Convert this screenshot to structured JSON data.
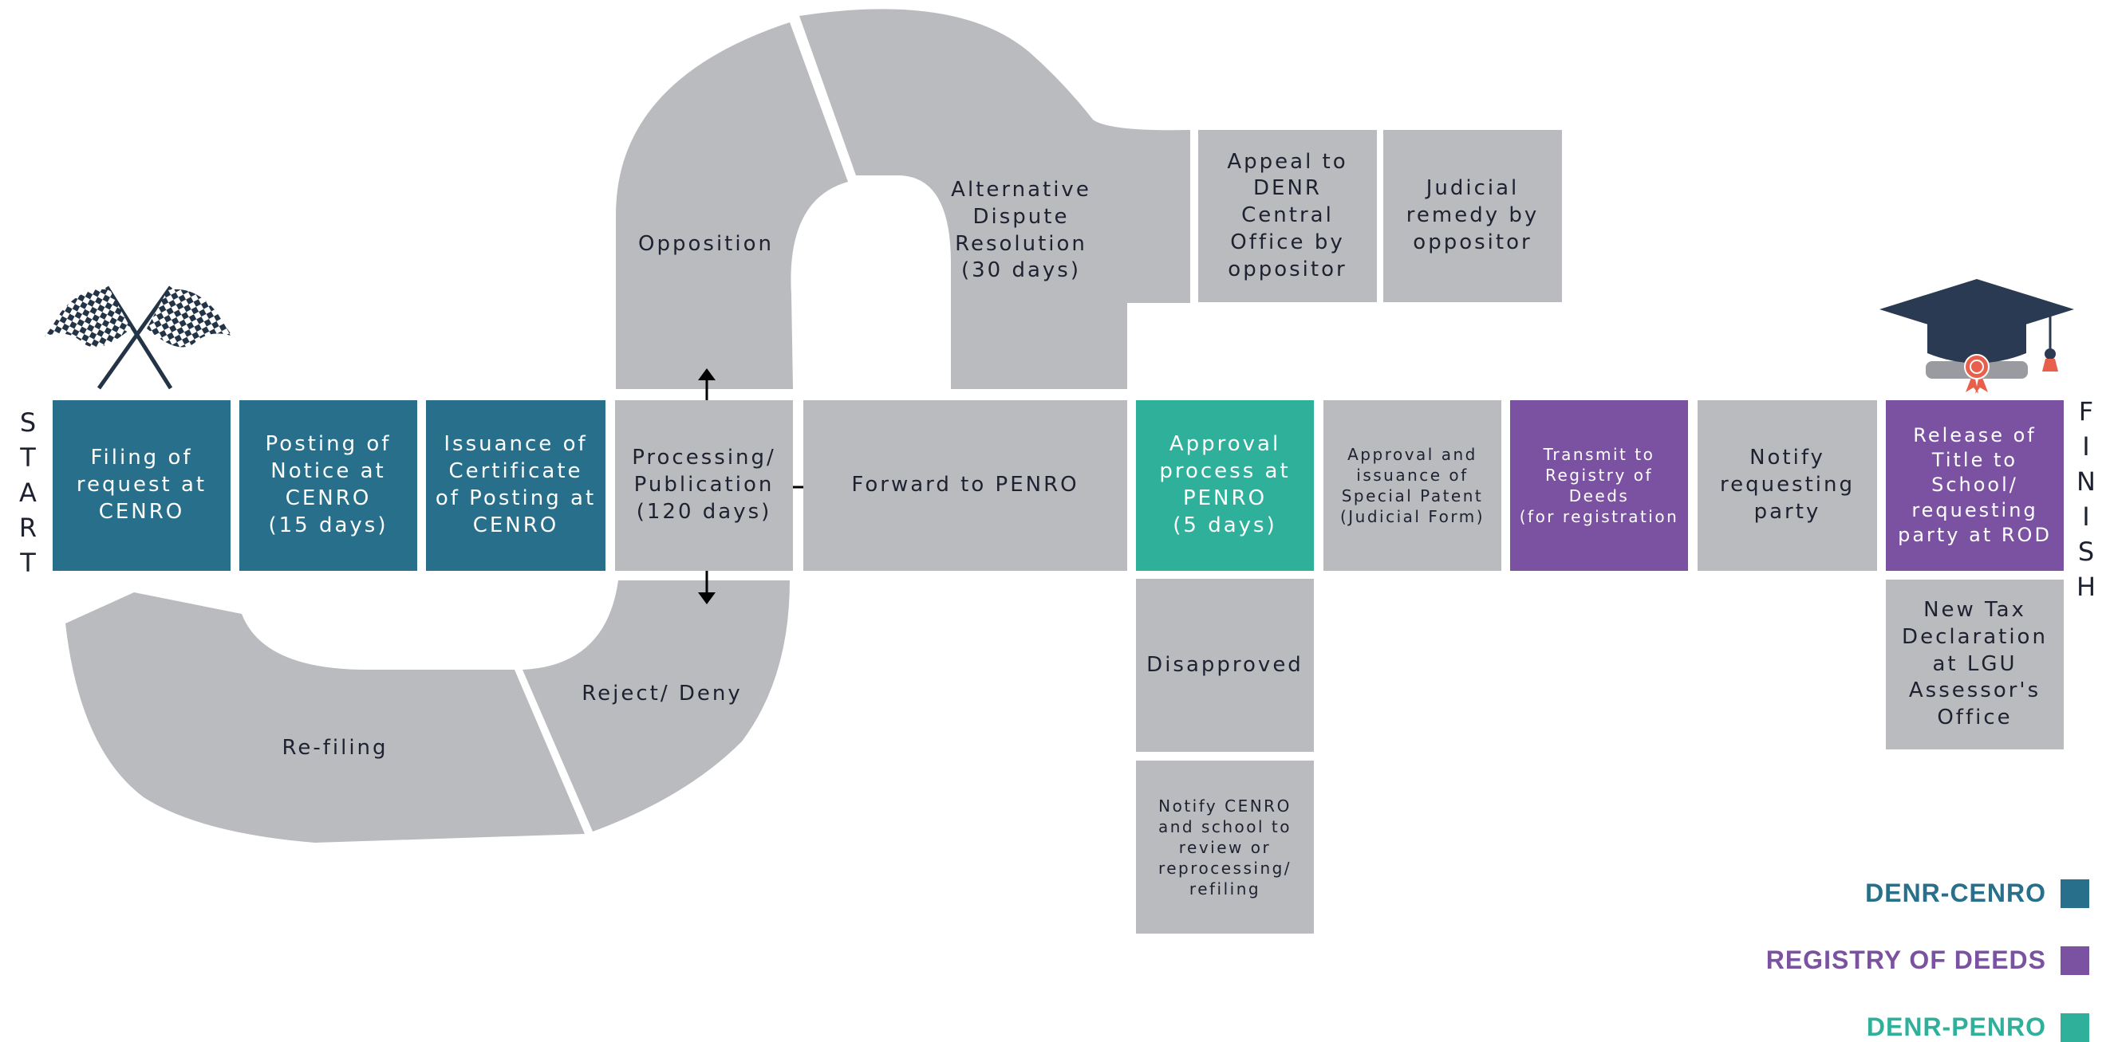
{
  "labels": {
    "start": [
      "S",
      "T",
      "A",
      "R",
      "T"
    ],
    "finish": [
      "F",
      "I",
      "N",
      "I",
      "S",
      "H"
    ]
  },
  "steps": {
    "filing": "Filing of\nrequest at\nCENRO",
    "posting": "Posting of\nNotice at\nCENRO\n(15 days)",
    "issuance": "Issuance of\nCertificate\nof Posting at\nCENRO",
    "processing": "Processing/\nPublication\n(120 days)",
    "forward": "Forward to PENRO",
    "approval_penro": "Approval\nprocess at\nPENRO\n(5 days)",
    "approval_issuance": "Approval and\nissuance of\nSpecial Patent\n(Judicial Form)",
    "transmit": "Transmit to\nRegistry of Deeds\n(for registration",
    "notify_party": "Notify\nrequesting\nparty",
    "release": "Release of\nTitle to\nSchool/\nrequesting\nparty at ROD"
  },
  "branches": {
    "opposition": "Opposition",
    "adr": "Alternative\nDispute\nResolution\n(30 days)",
    "appeal": "Appeal to\nDENR Central\nOffice by\noppositor",
    "judicial": "Judicial\nremedy by\noppositor",
    "reject": "Reject/ Deny",
    "refiling": "Re-filing",
    "disapproved": "Disapproved",
    "notify_cenro": "Notify CENRO\nand school to\nreview or\nreprocessing/\nrefiling",
    "tax": "New Tax\nDeclaration\nat LGU\nAssessor's\nOffice"
  },
  "legend": [
    {
      "label": "DENR-CENRO",
      "color": "#276F8A"
    },
    {
      "label": "REGISTRY OF DEEDS",
      "color": "#7B51A1"
    },
    {
      "label": "DENR-PENRO",
      "color": "#2FB09A"
    }
  ],
  "colors": {
    "cenro": "#276F8A",
    "rod": "#7B51A1",
    "penro": "#2FB09A",
    "neutral": "#BABBBF",
    "icon_dark": "#243447",
    "ribbon": "#E8604C"
  },
  "icons": {
    "start": "checkered-flags-icon",
    "finish": "graduation-cap-icon"
  }
}
